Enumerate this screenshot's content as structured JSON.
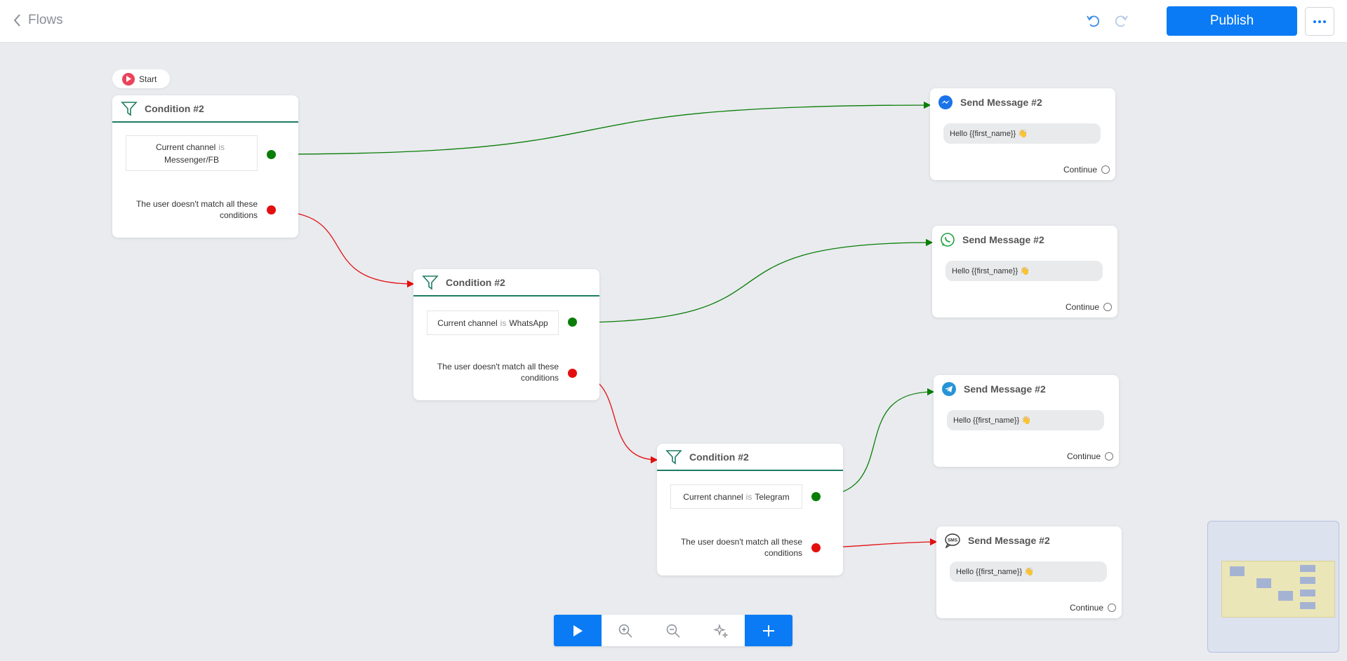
{
  "header": {
    "back_label": "Flows",
    "publish_label": "Publish",
    "more_label": "⋯"
  },
  "start": {
    "label": "Start"
  },
  "conditions": [
    {
      "title": "Condition #2",
      "field": "Current channel",
      "op": "is",
      "value": "Messenger/FB",
      "fail_text": "The user doesn't match all these conditions"
    },
    {
      "title": "Condition #2",
      "field": "Current channel",
      "op": "is",
      "value": "WhatsApp",
      "fail_text": "The user doesn't match all these conditions"
    },
    {
      "title": "Condition #2",
      "field": "Current channel",
      "op": "is",
      "value": "Telegram",
      "fail_text": "The user doesn't match all these conditions"
    }
  ],
  "messages": [
    {
      "title": "Send Message #2",
      "channel_icon": "messenger-icon",
      "text": "Hello {{first_name}} 👋",
      "continue_label": "Continue"
    },
    {
      "title": "Send Message #2",
      "channel_icon": "whatsapp-icon",
      "text": "Hello {{first_name}} 👋",
      "continue_label": "Continue"
    },
    {
      "title": "Send Message #2",
      "channel_icon": "telegram-icon",
      "text": "Hello {{first_name}} 👋",
      "continue_label": "Continue"
    },
    {
      "title": "Send Message #2",
      "channel_icon": "sms-icon",
      "text": "Hello {{first_name}} 👋",
      "continue_label": "Continue"
    }
  ],
  "toolbar": {
    "buttons": [
      "play-icon",
      "zoom-in-icon",
      "zoom-out-icon",
      "magic-layout-icon",
      "plus-icon"
    ]
  },
  "colors": {
    "accent": "#0b7bf5",
    "success_edge": "#0a7d06",
    "fail_edge": "#e30f0f",
    "condition_underline": "#1e7c63",
    "canvas_bg": "#e9ebef"
  }
}
